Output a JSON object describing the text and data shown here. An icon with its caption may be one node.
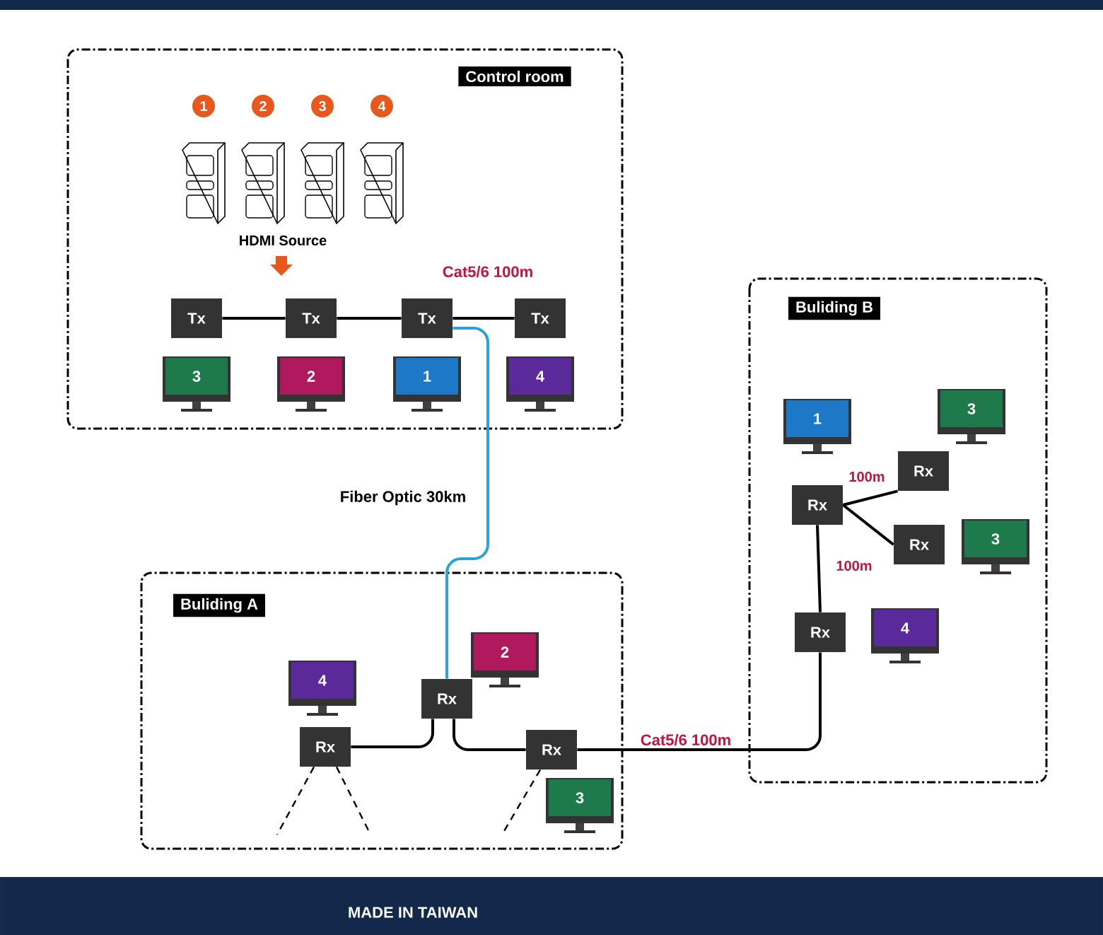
{
  "diagram": {
    "nodes": [
      {
        "text": [
          "Control room"
        ]
      },
      {
        "text": [
          "Tx"
        ],
        "in": 0
      },
      {
        "text": [
          "Tx"
        ],
        "in": 0
      },
      {
        "text": [
          "Tx"
        ],
        "in": 0
      },
      {
        "text": [
          "Tx"
        ],
        "in": 0
      },
      {
        "text": [
          "3"
        ],
        "in": 0
      },
      {
        "text": [
          "2"
        ],
        "in": 0
      },
      {
        "text": [
          "1"
        ],
        "in": 0
      },
      {
        "text": [
          "4"
        ],
        "in": 0
      },
      {
        "text": [
          "Buliding   B"
        ]
      },
      {
        "text": [
          "1"
        ],
        "in": 9
      },
      {
        "text": [
          "3"
        ],
        "in": 9
      },
      {
        "text": [
          "Rx"
        ],
        "in": 9
      },
      {
        "text": [
          "Rx"
        ],
        "in": 9
      },
      {
        "text": [
          "Rx"
        ],
        "in": 9
      },
      {
        "text": [
          "3"
        ],
        "in": 9
      },
      {
        "text": [
          "Rx"
        ],
        "in": 9
      },
      {
        "text": [
          "4"
        ],
        "in": 9
      },
      {
        "text": [
          "Buliding   A"
        ]
      },
      {
        "text": [
          "2"
        ],
        "in": 18
      },
      {
        "text": [
          "4"
        ],
        "in": 18
      },
      {
        "text": [
          "Rx"
        ],
        "in": 18
      },
      {
        "text": [
          "Rx"
        ],
        "in": 18
      },
      {
        "text": [
          "Rx"
        ],
        "in": 18
      },
      {
        "text": [
          "3"
        ],
        "in": 18
      }
    ],
    "edges": [
      {
        "from": 1,
        "to": 2,
        "arrow": "none"
      },
      {
        "from": 2,
        "to": 3,
        "arrow": "none"
      },
      {
        "from": 3,
        "to": 4,
        "arrow": "none"
      },
      {
        "from": 3,
        "to": 21,
        "arrow": "none",
        "label": "Fiber Optic 30km",
        "color": "#29a3dc"
      },
      {
        "from": 21,
        "to": 22,
        "arrow": "none"
      },
      {
        "from": 21,
        "to": 23,
        "arrow": "none"
      },
      {
        "from": 23,
        "to": 16,
        "arrow": "none",
        "label": "Cat5/6 100m"
      },
      {
        "from": 16,
        "to": 13,
        "arrow": "none",
        "label": "100m"
      },
      {
        "from": 13,
        "to": 12,
        "arrow": "none",
        "label": "100m"
      },
      {
        "from": 13,
        "to": 14,
        "arrow": "none"
      },
      {
        "from": 22,
        "to": null,
        "arrow": "none",
        "style": "dashed"
      },
      {
        "from": 22,
        "to": null,
        "arrow": "none",
        "style": "dashed"
      },
      {
        "from": 23,
        "to": null,
        "arrow": "none",
        "style": "dashed"
      }
    ],
    "labels": [
      "1",
      "2",
      "3",
      "4",
      "HDMI Source",
      "Cat5/6 100m",
      "MADE IN TAIWAN"
    ]
  }
}
